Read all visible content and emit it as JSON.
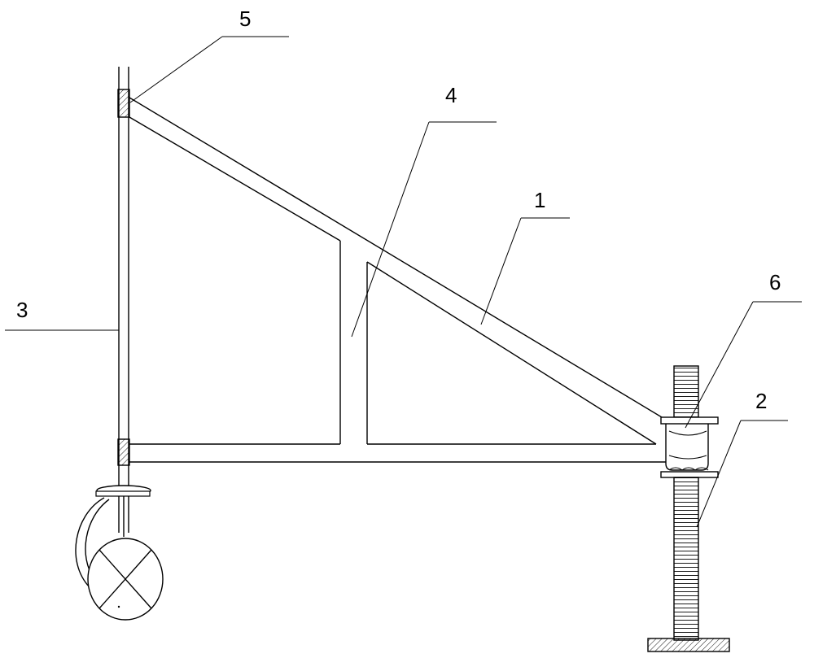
{
  "diagram": {
    "labels": {
      "frame_brace": "1",
      "screw_jack": "2",
      "upright_post": "3",
      "vertical_strut": "4",
      "top_clamp": "5",
      "jack_sleeve": "6"
    }
  }
}
